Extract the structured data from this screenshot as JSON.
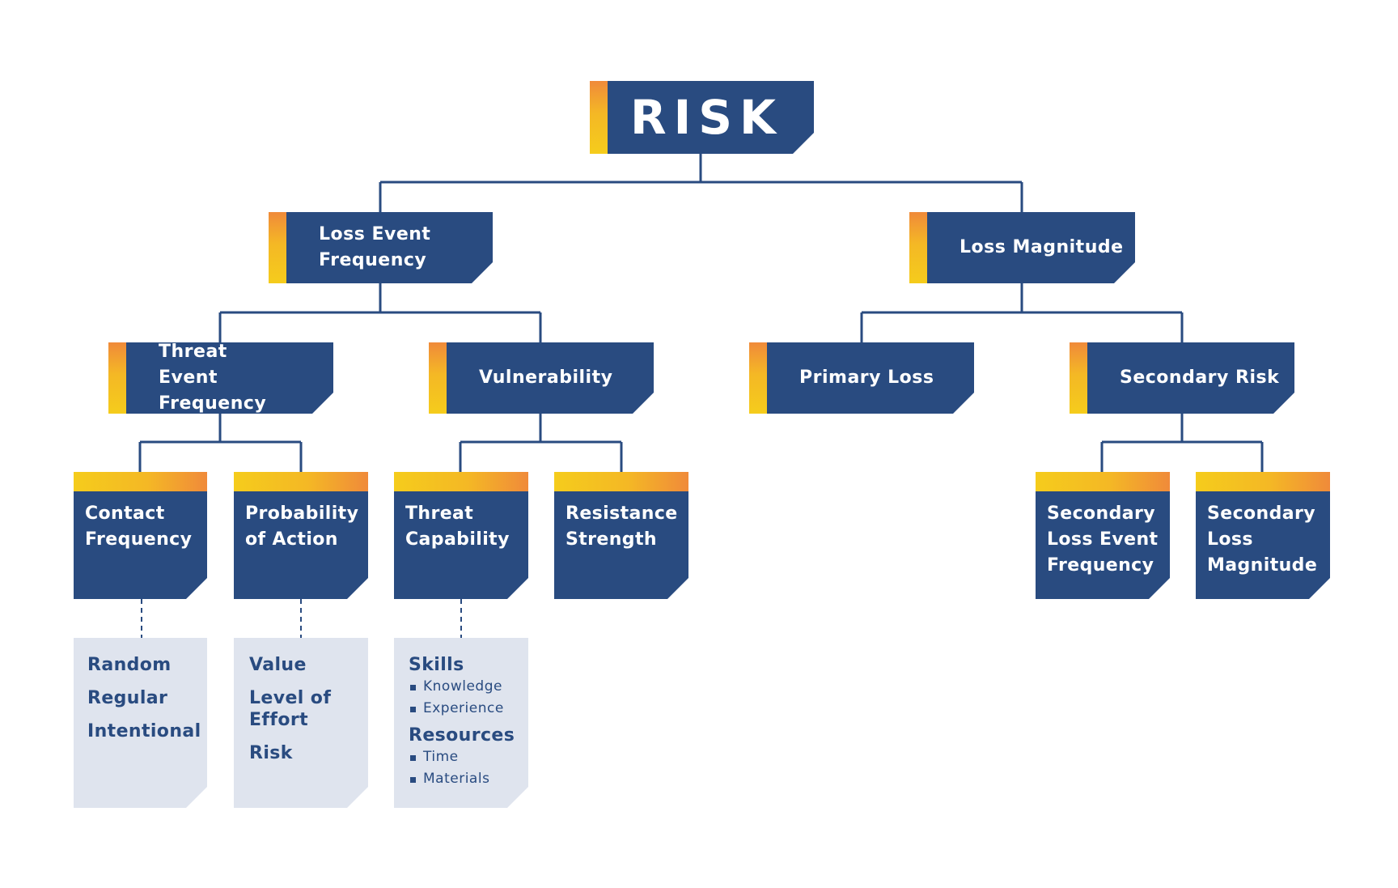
{
  "root": {
    "label": "RISK"
  },
  "level1": {
    "loss_event_frequency": "Loss Event Frequency",
    "loss_magnitude": "Loss Magnitude"
  },
  "level2": {
    "threat_event_frequency": "Threat Event Frequency",
    "vulnerability": "Vulnerability",
    "primary_loss": "Primary Loss",
    "secondary_risk": "Secondary Risk"
  },
  "level3": {
    "contact_frequency": "Contact Frequency",
    "probability_of_action": "Probability of Action",
    "threat_capability": "Threat Capability",
    "resistance_strength": "Resistance Strength",
    "secondary_loss_event_frequency": "Secondary Loss Event Frequency",
    "secondary_loss_magnitude": "Secondary Loss Magnitude"
  },
  "details": {
    "contact_frequency": [
      "Random",
      "Regular",
      "Intentional"
    ],
    "probability_of_action": [
      "Value",
      "Level of Effort",
      "Risk"
    ],
    "threat_capability": {
      "skills": {
        "label": "Skills",
        "items": [
          "Knowledge",
          "Experience"
        ]
      },
      "resources": {
        "label": "Resources",
        "items": [
          "Time",
          "Materials"
        ]
      }
    }
  },
  "colors": {
    "node_fill": "#294b80",
    "accent_orange": "#f08a3a",
    "accent_yellow": "#f5cc1c",
    "detail_fill": "#dfe4ee",
    "connector": "#294b80"
  }
}
